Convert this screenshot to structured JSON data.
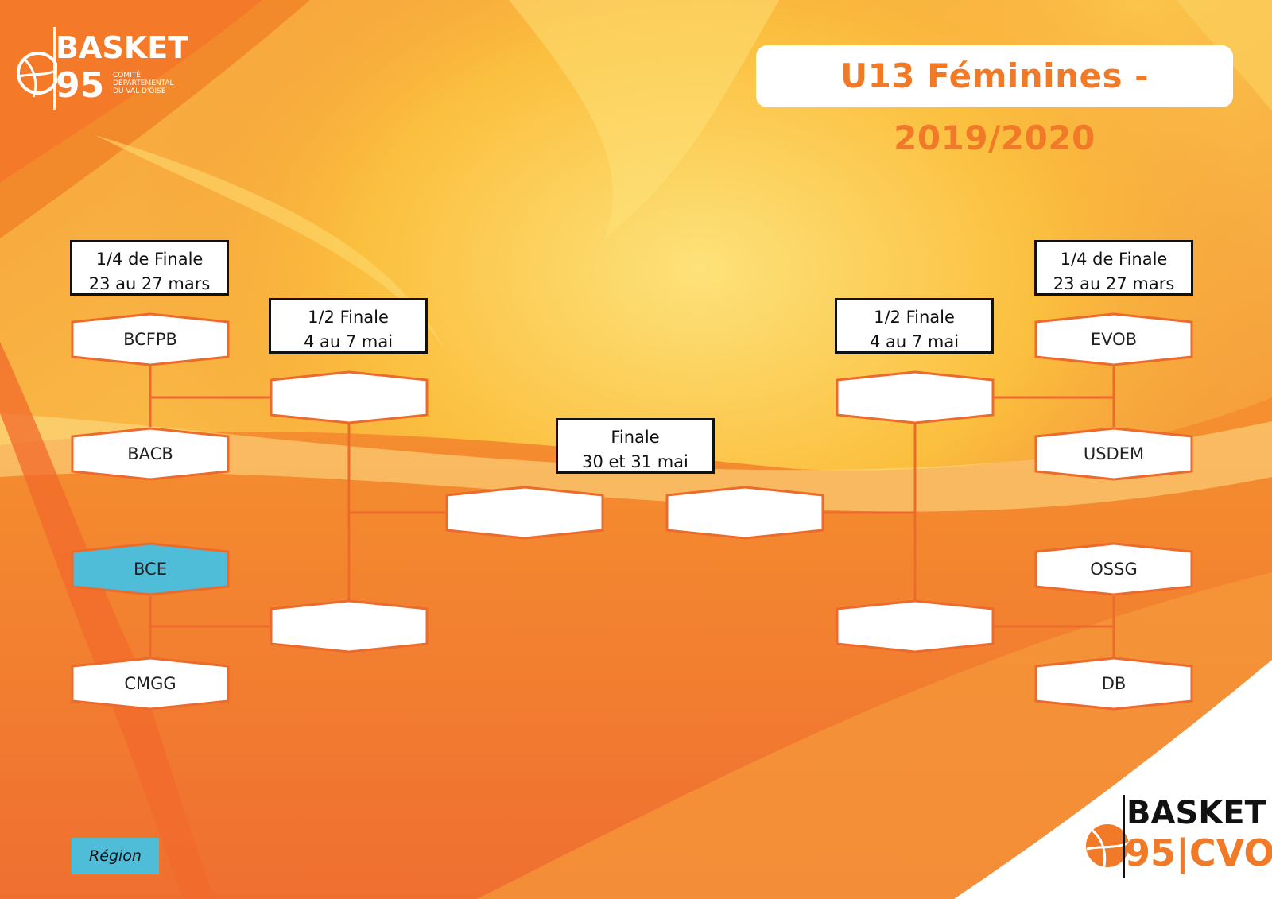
{
  "header": {
    "title": "U13 Féminines - 2019/2020"
  },
  "logo_top_left": {
    "line1": "BASKET",
    "line2": "95",
    "subtitle_lines": [
      "COMITÉ",
      "DÉPARTEMENTAL",
      "DU VAL D'OISE"
    ]
  },
  "logo_bottom_right": {
    "line1": "BASKET",
    "line2": "95|CVO"
  },
  "rounds": {
    "quarter_left": {
      "name": "1/4 de Finale",
      "dates": "23 au 27 mars"
    },
    "semi_left": {
      "name": "1/2 Finale",
      "dates": "4 au 7 mai"
    },
    "final": {
      "name": "Finale",
      "dates": "30 et 31 mai"
    },
    "semi_right": {
      "name": "1/2 Finale",
      "dates": "4 au 7 mai"
    },
    "quarter_right": {
      "name": "1/4 de Finale",
      "dates": "23 au 27 mars"
    }
  },
  "teams": {
    "left": [
      "BCFPB",
      "BACB",
      "BCE",
      "CMGG"
    ],
    "right": [
      "EVOB",
      "USDEM",
      "OSSG",
      "DB"
    ],
    "semi_left": [
      "",
      ""
    ],
    "semi_right": [
      "",
      ""
    ],
    "final": [
      "",
      ""
    ]
  },
  "highlighted_teams": [
    "BCE"
  ],
  "legend": {
    "label": "Région",
    "color": "#4fbcd8"
  },
  "colors": {
    "accent": "#f07a28",
    "highlight": "#4fbcd8",
    "line": "#ec6a2c"
  }
}
